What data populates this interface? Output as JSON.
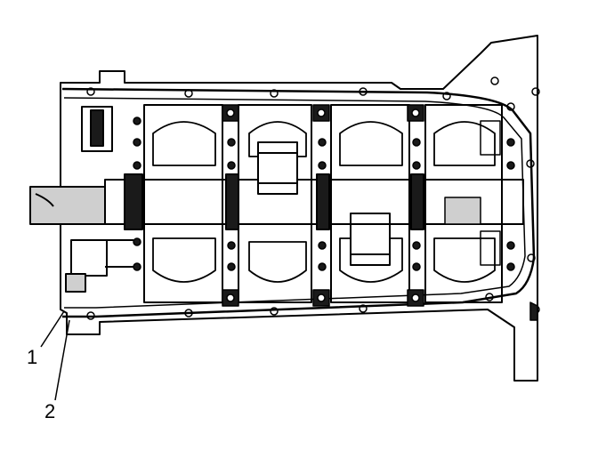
{
  "figure": {
    "subject": "engine-block-underside-oil-pan-gasket",
    "stroke_color": "#000000",
    "background_color": "#ffffff",
    "fill_light": "#ffffff",
    "fill_dark": "#1a1a1a",
    "fill_grey": "#cfcfcf"
  },
  "callouts": [
    {
      "id": "1",
      "label": "1"
    },
    {
      "id": "2",
      "label": "2"
    }
  ]
}
